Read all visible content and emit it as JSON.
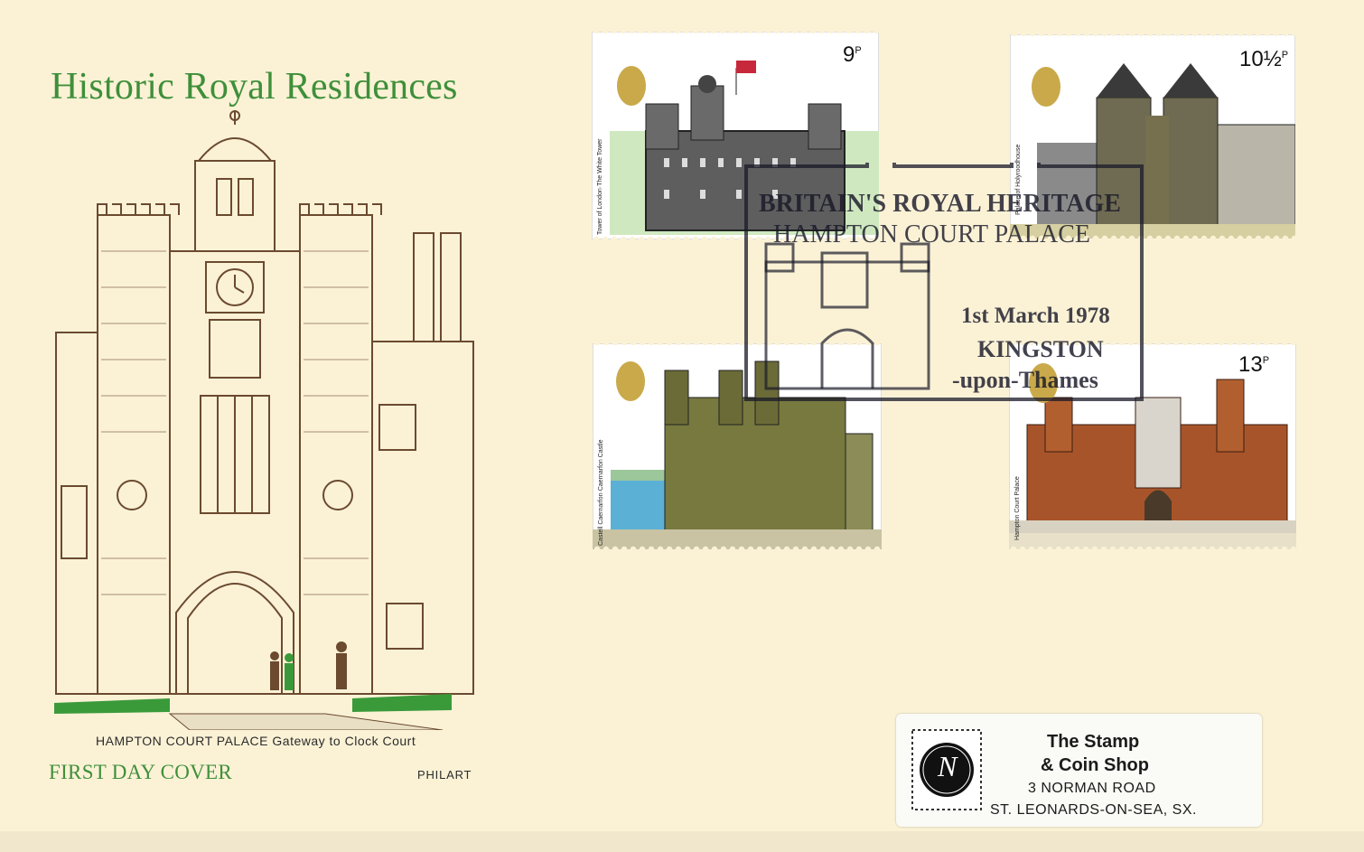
{
  "cover": {
    "title": "Historic Royal Residences",
    "caption": "HAMPTON COURT PALACE  Gateway to Clock Court",
    "first_day": "FIRST DAY COVER",
    "publisher": "PHILART"
  },
  "stamps": [
    {
      "value": "9",
      "unit": "P",
      "name": "Tower of London·The White Tower"
    },
    {
      "value": "10½",
      "unit": "P",
      "name": "Palace of Holyroodhouse"
    },
    {
      "value": "",
      "unit": "",
      "name": "Castell Caernarfon·Caernarfon Castle"
    },
    {
      "value": "13",
      "unit": "P",
      "name": "Hampton Court Palace"
    }
  ],
  "postmark": {
    "line1": "BRITAIN'S ROYAL HERITAGE",
    "line2": "HAMPTON COURT PALACE",
    "date": "1st March 1978",
    "town": "KINGSTON",
    "town2": "-upon-Thames"
  },
  "label": {
    "logo_letter": "N",
    "shop_line1": "The Stamp",
    "shop_line2": "& Coin Shop",
    "address1": "3 NORMAN ROAD",
    "address2": "ST. LEONARDS-ON-SEA, SX."
  },
  "colors": {
    "paper": "#fbf2d6",
    "title_green": "#3f8f3a",
    "engraving_brown": "#6b4a2f"
  }
}
